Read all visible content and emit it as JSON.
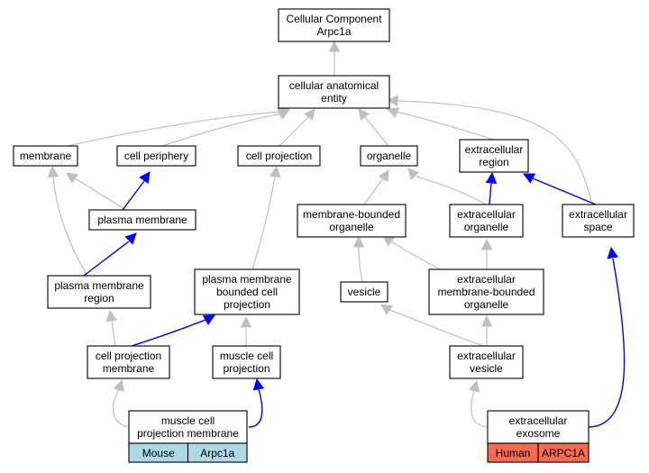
{
  "colors": {
    "inferred_edge": "#c0c0c0",
    "direct_edge": "#0000ff",
    "mouse_cell": "#add8e6",
    "human_cell": "#fa6a50"
  },
  "nodes": {
    "root": [
      "Cellular Component",
      "Arpc1a"
    ],
    "cae": [
      "cellular anatomical",
      "entity"
    ],
    "membrane": [
      "membrane"
    ],
    "cell_periphery": [
      "cell periphery"
    ],
    "cell_projection": [
      "cell projection"
    ],
    "organelle": [
      "organelle"
    ],
    "extracellular_region": [
      "extracellular",
      "region"
    ],
    "plasma_membrane": [
      "plasma membrane"
    ],
    "membrane_bounded_organelle": [
      "membrane-bounded",
      "organelle"
    ],
    "extracellular_organelle": [
      "extracellular",
      "organelle"
    ],
    "extracellular_space": [
      "extracellular",
      "space"
    ],
    "plasma_membrane_region": [
      "plasma membrane",
      "region"
    ],
    "pm_bounded_cell_projection": [
      "plasma membrane",
      "bounded cell",
      "projection"
    ],
    "vesicle": [
      "vesicle"
    ],
    "ext_mb_organelle": [
      "extracellular",
      "membrane-bounded",
      "organelle"
    ],
    "cell_projection_membrane": [
      "cell projection",
      "membrane"
    ],
    "muscle_cell_projection": [
      "muscle cell",
      "projection"
    ],
    "extracellular_vesicle": [
      "extracellular",
      "vesicle"
    ],
    "muscle_cell_projection_membrane": [
      "muscle cell",
      "projection membrane"
    ],
    "extracellular_exosome": [
      "extracellular",
      "exosome"
    ]
  },
  "annotations": {
    "mouse": {
      "species": "Mouse",
      "gene": "Arpc1a"
    },
    "human": {
      "species": "Human",
      "gene": "ARPC1A"
    }
  }
}
